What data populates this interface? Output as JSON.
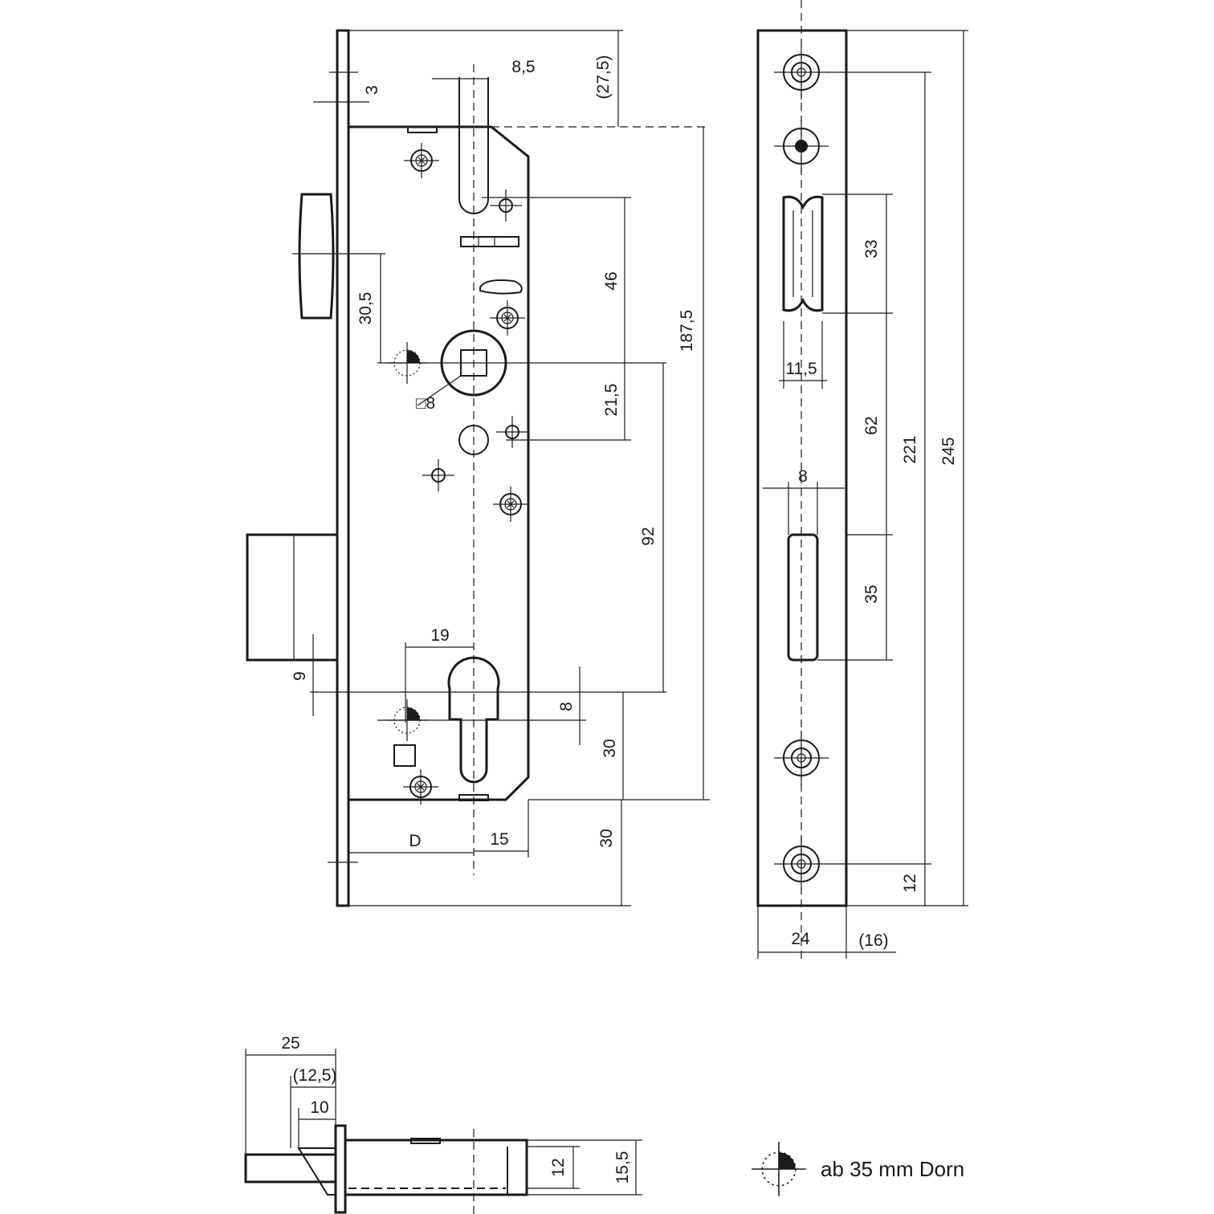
{
  "dimensions": {
    "plate_thickness": "3",
    "follower_width": "8,5",
    "top_offset": "(27,5)",
    "latch_to_handle": "30,5",
    "spindle_rise": "46",
    "spindle_square": "□8",
    "spindle_drop": "21,5",
    "spindle_to_cylinder": "92",
    "body_height": "187,5",
    "cylinder_left": "19",
    "bolt_offset": "9",
    "cylinder_small": "8",
    "cylinder_below": "30",
    "bottom_offset": "30",
    "backset": "D",
    "cylinder_edge": "15",
    "latch_height": "33",
    "latch_width": "11,5",
    "latch_gap": "62",
    "strike_hole_span": "221",
    "faceplate_height": "245",
    "bolt_width": "8",
    "bolt_height": "35",
    "bottom_hole": "12",
    "faceplate_width": "24",
    "body_depth": "(16)",
    "bolt_projection": "25",
    "latch_projection": "(12,5)",
    "nose_offset": "10",
    "body_inner": "12",
    "body_outer": "15,5"
  },
  "legend": {
    "symbol": "quarter-circle-marker-icon",
    "text": "ab 35 mm Dorn"
  }
}
